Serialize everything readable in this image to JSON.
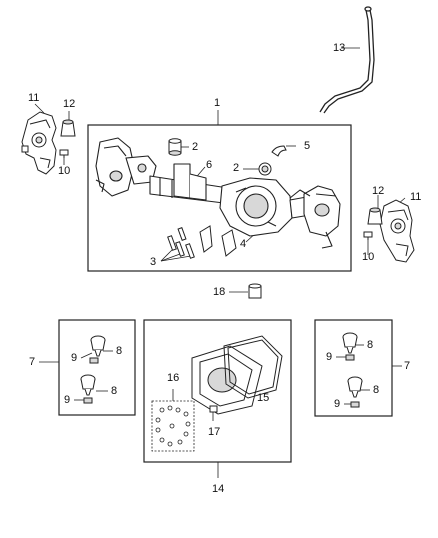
{
  "diagram": {
    "callouts": {
      "c1": "1",
      "c2a": "2",
      "c2b": "2",
      "c3": "3",
      "c4": "4",
      "c5": "5",
      "c6": "6",
      "c7l": "7",
      "c7r": "7",
      "c8l1": "8",
      "c8l2": "8",
      "c8r1": "8",
      "c8r2": "8",
      "c9l1": "9",
      "c9l2": "9",
      "c9r1": "9",
      "c9r2": "9",
      "c10l": "10",
      "c10r": "10",
      "c11l": "11",
      "c11r": "11",
      "c12l": "12",
      "c12r": "12",
      "c13": "13",
      "c14": "14",
      "c15": "15",
      "c16": "16",
      "c17": "17",
      "c18": "18"
    },
    "colors": {
      "line": "#222222",
      "fill": "#ffffff",
      "shade": "#d8d8d8"
    },
    "part_icons": [
      "axle-housing-icon",
      "steering-knuckle-icon",
      "ball-joint-icon",
      "differential-cover-icon",
      "gasket-icon",
      "vent-tube-icon",
      "bolt-icon",
      "bushing-icon"
    ]
  }
}
